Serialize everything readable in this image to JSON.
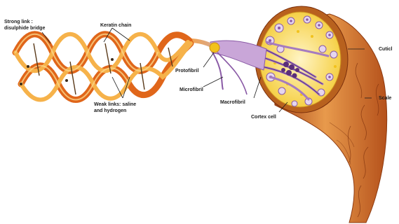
{
  "labels": {
    "strong_link_line1": "Strong link :",
    "strong_link_line2": "disulphide bridge",
    "keratin_chain": "Keratin chain",
    "weak_links_line1": "Weak links: saline",
    "weak_links_line2": "and hydrogen",
    "protofibril": "Protofibril",
    "microfibril": "Microfibril",
    "macrofibril": "Macrofibril",
    "cortex_cell": "Cortex cell",
    "cuticle": "Cuticl",
    "scale": "Scale"
  },
  "colors": {
    "keratin_light": "#f6b24a",
    "keratin_dark": "#e0661a",
    "fibril_purple": "#8a5aa6",
    "fibril_light": "#c9a6d8",
    "cortex_yellow": "#f4d44a",
    "hair_brown": "#c9631c",
    "hair_light": "#e89a4c"
  }
}
